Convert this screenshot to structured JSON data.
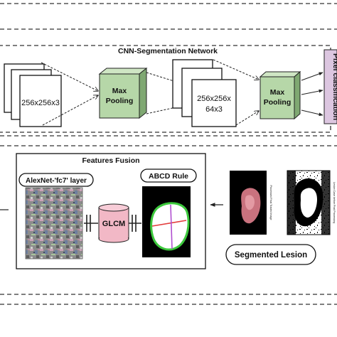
{
  "cnn": {
    "title": "CNN-Segmentation Network",
    "input_dims": "256x256x3",
    "pool1": [
      "Max",
      "Pooling"
    ],
    "feature_dims": [
      "256x256x",
      "64x3"
    ],
    "pool2": [
      "Max",
      "Pooling"
    ],
    "pixel_classification": "Pixel classification"
  },
  "fusion": {
    "title": "Features Fusion",
    "alexnet_label": "AlexNet-'fc7' layer",
    "glcm_label": "GLCM",
    "abcd_label": "ABCD Rule"
  },
  "segmented": {
    "caption1": "Processed Final Traded Image",
    "caption2": "Lesion Case before Post Processing",
    "label": "Segmented Lesion"
  },
  "colors": {
    "pool_fill": "#b6d7a8",
    "pool_dark": "#7fa872",
    "pixel_fill": "#dcc6e0",
    "glcm_fill": "#f2b8c6",
    "dash": "#333333"
  }
}
